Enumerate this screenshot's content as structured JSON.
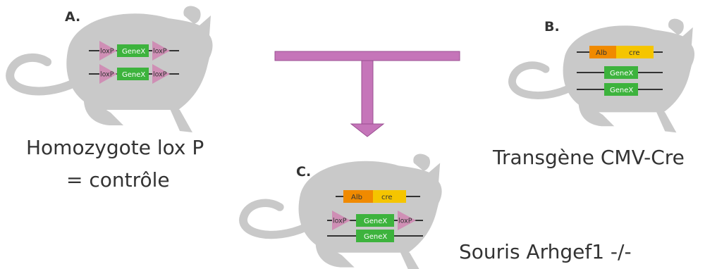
{
  "panels": {
    "a": {
      "letter": "A.",
      "caption_line1": "Homozygote lox P",
      "caption_line2": "= contrôle"
    },
    "b": {
      "letter": "B.",
      "caption": "Transgène CMV-Cre"
    },
    "c": {
      "letter": "C.",
      "caption": "Souris Arhgef1 -/-"
    }
  },
  "labels": {
    "gene": "GeneX",
    "loxp": "loxP",
    "alb": "Alb",
    "cre": "cre"
  },
  "colors": {
    "mouse": "#c9c9c9",
    "gene": "#3db33d",
    "loxp": "#cf8fb5",
    "alb": "#f08a00",
    "cre": "#f5c500",
    "line": "#333333",
    "arrow": "#c575b9",
    "arrow_outline": "#9a4f92"
  }
}
